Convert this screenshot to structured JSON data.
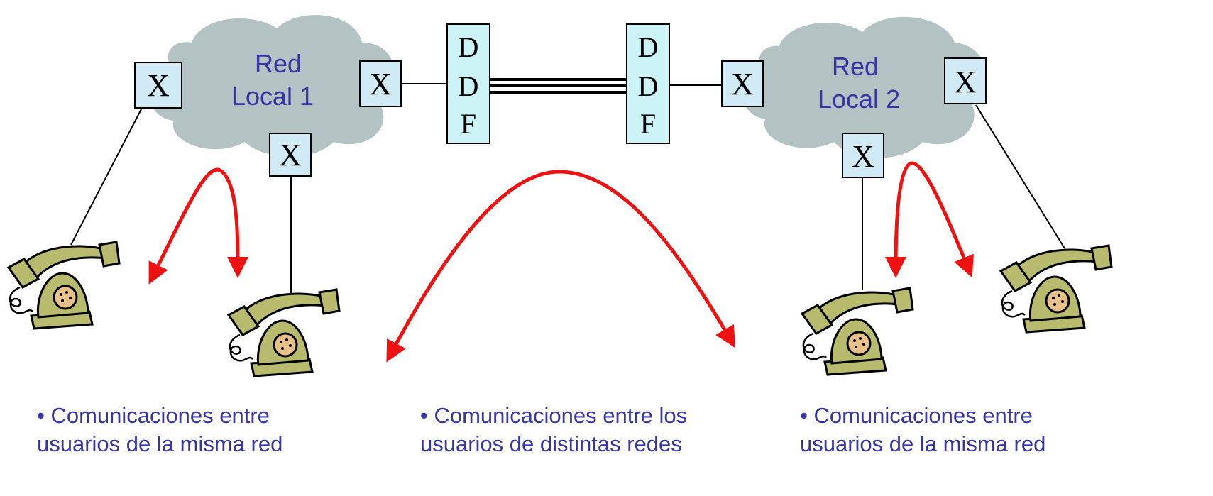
{
  "networks": [
    {
      "label_line1": "Red",
      "label_line2": "Local 1"
    },
    {
      "label_line1": "Red",
      "label_line2": "Local 2"
    }
  ],
  "switch_label": "X",
  "ddf": {
    "letters": [
      "D",
      "D",
      "F"
    ]
  },
  "captions": [
    {
      "line1": "• Comunicaciones entre",
      "line2": "usuarios de la misma red"
    },
    {
      "line1": "• Comunicaciones entre los",
      "line2": "usuarios de distintas redes"
    },
    {
      "line1": "• Comunicaciones entre",
      "line2": "usuarios de la misma red"
    }
  ],
  "colors": {
    "cloud": "#b3c2c2",
    "switch_fill": "#d0ebf6",
    "ddf_fill": "#ccf3f6",
    "arrow": "#ee1111",
    "phone": "#b8ba6d",
    "text": "#3535a6"
  }
}
